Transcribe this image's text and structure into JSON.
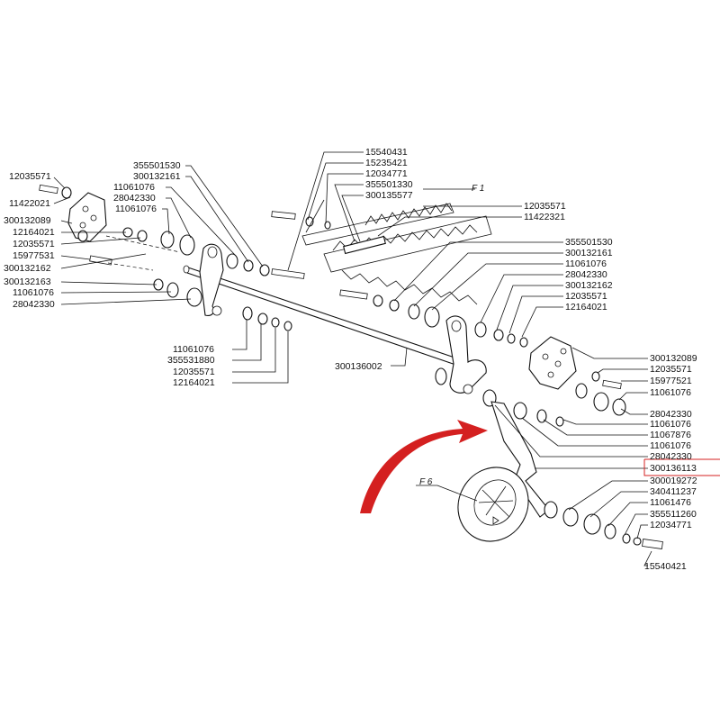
{
  "figure_labels": {
    "f1": "F 1",
    "f6": "F 6"
  },
  "highlight_color": "#d42020",
  "left_group": {
    "l1": "12035571",
    "l2": "11422021",
    "l3": "300132089",
    "l4": "12164021",
    "l5": "12035571",
    "l6": "15977531",
    "l7": "300132162",
    "l8": "300132163",
    "l9": "11061076",
    "l10": "28042330"
  },
  "upper_left_stack": {
    "a1": "355501530",
    "a2": "300132161",
    "a3": "11061076",
    "a4": "28042330",
    "a5": "11061076"
  },
  "top_stack": {
    "t1": "15540431",
    "t2": "15235421",
    "t3": "12034771",
    "t4": "355501330",
    "t5": "300135577"
  },
  "f1_right": {
    "r1": "12035571",
    "r2": "11422321"
  },
  "right_upper_stack": {
    "u1": "355501530",
    "u2": "300132161",
    "u3": "11061076",
    "u4": "28042330",
    "u5": "300132162",
    "u6": "12035571",
    "u7": "12164021"
  },
  "bottom_left_stack": {
    "b1": "11061076",
    "b2": "355531880",
    "b3": "12035571",
    "b4": "12164021"
  },
  "shaft_label": "300136002",
  "right_mid_stack": {
    "m1": "300132089",
    "m2": "12035571",
    "m3": "15977521",
    "m4": "11061076"
  },
  "right_lower_stack": {
    "n1": "28042330",
    "n2": "11061076",
    "n3": "11067876",
    "n4": "11061076",
    "n5": "28042330",
    "n6": "300136113",
    "n7": "300019272",
    "n8": "340411237",
    "n9": "11061476",
    "n10": "355511260",
    "n11": "12034771",
    "n12": "15540421"
  }
}
